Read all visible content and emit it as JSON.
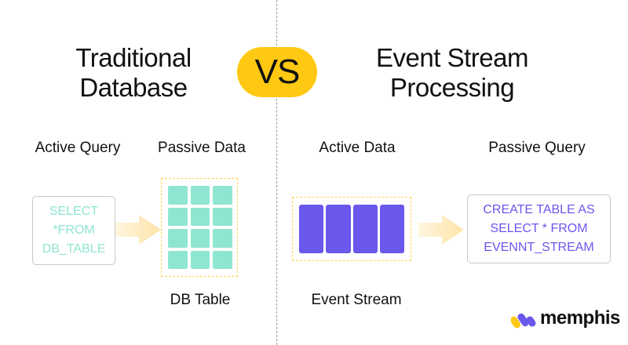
{
  "left": {
    "title_line1": "Traditional",
    "title_line2": "Database",
    "query_label": "Active Query",
    "data_label": "Passive Data",
    "query_lines": [
      "SELECT",
      "*FROM",
      "DB_TABLE"
    ],
    "table_caption": "DB Table"
  },
  "vs": "VS",
  "right": {
    "title_line1": "Event Stream",
    "title_line2": "Processing",
    "data_label": "Active Data",
    "query_label": "Passive Query",
    "query_lines": [
      "CREATE TABLE AS",
      "SELECT * FROM",
      "EVENNT_STREAM"
    ],
    "stream_caption": "Event Stream"
  },
  "brand": {
    "name": "memphis",
    "logo_icon": "memphis-logo-icon"
  },
  "colors": {
    "vs_badge": "#ffc812",
    "table_cells": "#8ee6d2",
    "stream_cells": "#6a57ec",
    "dashed_frame": "#ffd54a",
    "arrow": "#fde8b8"
  }
}
